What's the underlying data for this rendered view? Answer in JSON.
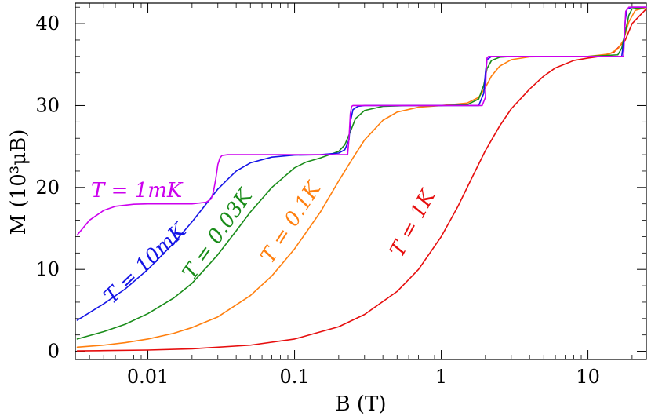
{
  "chart_data": {
    "type": "line",
    "xlabel": "B (T)",
    "ylabel": "M (10³μB)",
    "x_scale": "log",
    "xlim": [
      0.0032,
      25
    ],
    "ylim": [
      -1,
      42.5
    ],
    "x_ticks": [
      0.01,
      0.1,
      1,
      10
    ],
    "x_tick_labels": [
      "0.01",
      "0.1",
      "1",
      "10"
    ],
    "y_ticks": [
      0,
      10,
      20,
      30,
      40
    ],
    "y_tick_labels": [
      "0",
      "10",
      "20",
      "30",
      "40"
    ],
    "grid": false,
    "legend": "none (curves labeled inline)",
    "series": [
      {
        "name": "T = 1mK",
        "color": "#cc00ee",
        "x": [
          0.0033,
          0.004,
          0.005,
          0.006,
          0.008,
          0.01,
          0.015,
          0.02,
          0.025,
          0.027,
          0.028,
          0.029,
          0.03,
          0.031,
          0.032,
          0.035,
          0.05,
          0.1,
          0.15,
          0.2,
          0.23,
          0.235,
          0.24,
          0.245,
          0.25,
          0.3,
          0.5,
          1.0,
          1.5,
          1.9,
          2.0,
          2.02,
          2.05,
          2.1,
          3,
          5,
          10,
          15,
          17.5,
          17.8,
          18.1,
          19,
          25
        ],
        "y": [
          14.2,
          16.0,
          17.2,
          17.7,
          17.95,
          18.0,
          18.0,
          18.0,
          18.2,
          18.6,
          19.5,
          21.0,
          22.8,
          23.6,
          23.9,
          24.0,
          24.0,
          24.0,
          24.0,
          24.0,
          24.0,
          26.0,
          29.0,
          29.9,
          30.0,
          30.0,
          30.0,
          30.0,
          30.0,
          30.0,
          31.0,
          34.0,
          35.8,
          36.0,
          36.0,
          36.0,
          36.0,
          36.0,
          36.0,
          39.0,
          41.5,
          42.0,
          42.0
        ]
      },
      {
        "name": "T = 10mK",
        "color": "#1414e6",
        "x": [
          0.0033,
          0.005,
          0.007,
          0.01,
          0.015,
          0.02,
          0.025,
          0.03,
          0.035,
          0.04,
          0.05,
          0.07,
          0.1,
          0.15,
          0.2,
          0.22,
          0.235,
          0.24,
          0.25,
          0.27,
          0.3,
          0.5,
          1.0,
          1.8,
          1.95,
          2.0,
          2.05,
          2.2,
          3,
          5,
          10,
          17,
          17.6,
          18.0,
          18.5,
          20,
          25
        ],
        "y": [
          3.8,
          5.8,
          7.6,
          10.0,
          13.2,
          15.8,
          18.0,
          19.8,
          21.0,
          22.0,
          23.0,
          23.7,
          23.95,
          24.0,
          24.2,
          24.6,
          25.8,
          28.0,
          29.5,
          29.9,
          30.0,
          30.0,
          30.0,
          30.0,
          31.5,
          34.0,
          35.6,
          36.0,
          36.0,
          36.0,
          36.0,
          36.0,
          38.0,
          40.5,
          41.8,
          42.0,
          42.0
        ]
      },
      {
        "name": "T = 0.03K",
        "color": "#198c19",
        "x": [
          0.0033,
          0.005,
          0.007,
          0.01,
          0.015,
          0.02,
          0.03,
          0.04,
          0.05,
          0.07,
          0.1,
          0.12,
          0.15,
          0.2,
          0.22,
          0.24,
          0.26,
          0.3,
          0.4,
          0.6,
          1.0,
          1.5,
          1.8,
          1.95,
          2.05,
          2.2,
          2.5,
          3,
          5,
          10,
          16,
          17,
          18,
          19,
          20,
          25
        ],
        "y": [
          1.5,
          2.4,
          3.3,
          4.6,
          6.5,
          8.3,
          11.8,
          14.7,
          17.0,
          20.0,
          22.4,
          23.1,
          23.6,
          24.4,
          25.2,
          26.8,
          28.4,
          29.4,
          29.9,
          30.0,
          30.0,
          30.1,
          30.8,
          32.5,
          34.5,
          35.5,
          35.9,
          36.0,
          36.0,
          36.0,
          36.2,
          37.0,
          39.0,
          41.0,
          41.8,
          42.0
        ]
      },
      {
        "name": "T = 0.1K",
        "color": "#ff7f0e",
        "x": [
          0.0033,
          0.005,
          0.007,
          0.01,
          0.015,
          0.02,
          0.03,
          0.05,
          0.07,
          0.1,
          0.15,
          0.2,
          0.25,
          0.3,
          0.4,
          0.5,
          0.7,
          1.0,
          1.5,
          1.8,
          2.0,
          2.2,
          2.5,
          3,
          4,
          6,
          10,
          14,
          16,
          17.5,
          19,
          21,
          25
        ],
        "y": [
          0.5,
          0.75,
          1.05,
          1.5,
          2.2,
          2.9,
          4.2,
          6.8,
          9.2,
          12.5,
          17.0,
          20.8,
          23.6,
          25.8,
          28.2,
          29.2,
          29.8,
          30.0,
          30.3,
          31.0,
          32.2,
          33.6,
          34.8,
          35.6,
          35.95,
          36.0,
          36.0,
          36.3,
          36.9,
          38.0,
          40.2,
          41.6,
          42.0
        ]
      },
      {
        "name": "T = 1K",
        "color": "#e60d0d",
        "x": [
          0.0033,
          0.005,
          0.01,
          0.02,
          0.05,
          0.1,
          0.2,
          0.3,
          0.5,
          0.7,
          1.0,
          1.3,
          1.6,
          2.0,
          2.5,
          3,
          4,
          5,
          6,
          8,
          10,
          12,
          15,
          18,
          20,
          25
        ],
        "y": [
          0.05,
          0.08,
          0.15,
          0.3,
          0.75,
          1.5,
          3.0,
          4.5,
          7.3,
          10.0,
          14.0,
          17.7,
          21.0,
          24.5,
          27.5,
          29.6,
          32.0,
          33.6,
          34.6,
          35.5,
          35.8,
          36.0,
          36.5,
          38.0,
          40.0,
          41.8
        ]
      }
    ]
  }
}
